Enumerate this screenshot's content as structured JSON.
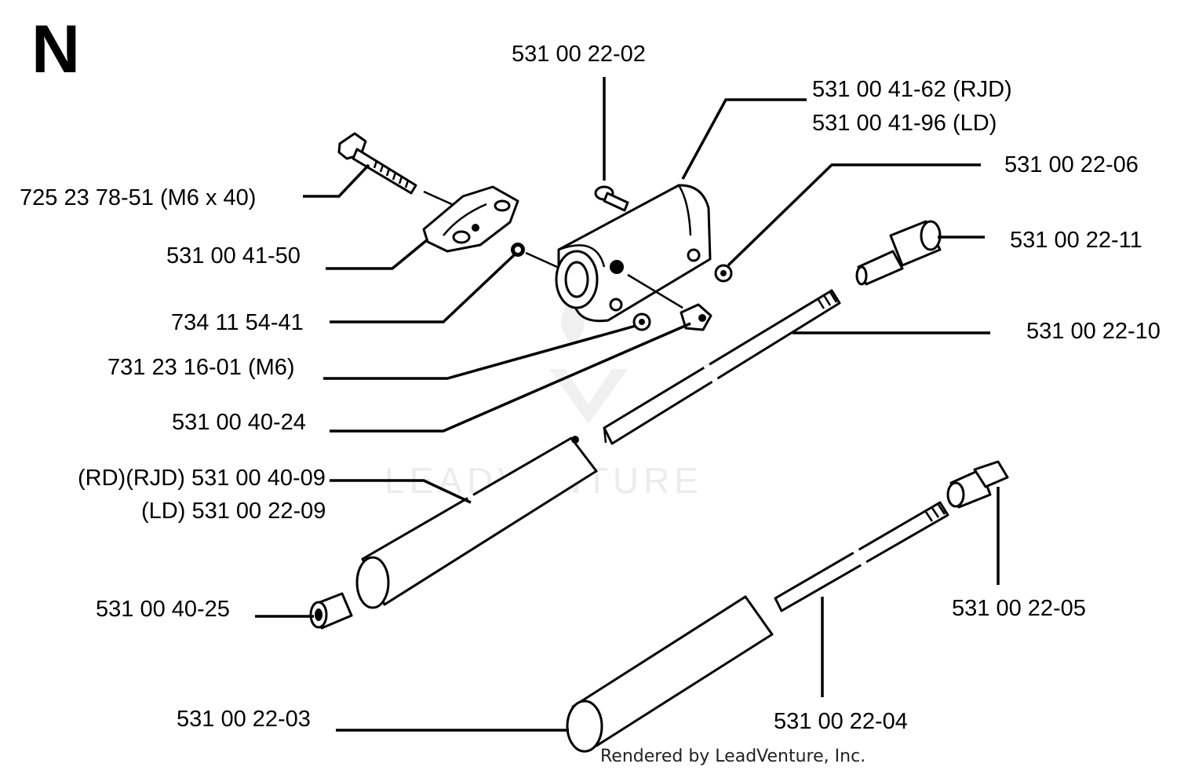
{
  "diagram": {
    "section_letter": "N",
    "credit": "Rendered by LeadVenture, Inc.",
    "watermark": "LEADVENTURE",
    "labels": {
      "p_531002202": "531 00 22-02",
      "p_531004162": "531 00 41-62 (RJD)",
      "p_531004196": "531 00 41-96 (LD)",
      "p_531002206": "531 00 22-06",
      "p_725237851": "725 23 78-51 (M6 x 40)",
      "p_531002211": "531 00 22-11",
      "p_531004150": "531 00 41-50",
      "p_734115441": "734 11 54-41",
      "p_531002210": "531 00 22-10",
      "p_731231601": "731 23 16-01 (M6)",
      "p_531004024": "531 00 40-24",
      "p_531004009": "(RD)(RJD) 531 00 40-09",
      "p_531002209": "(LD) 531 00 22-09",
      "p_531004025": "531 00 40-25",
      "p_531002205": "531 00 22-05",
      "p_531002203": "531 00 22-03",
      "p_531002204": "531 00 22-04"
    }
  }
}
